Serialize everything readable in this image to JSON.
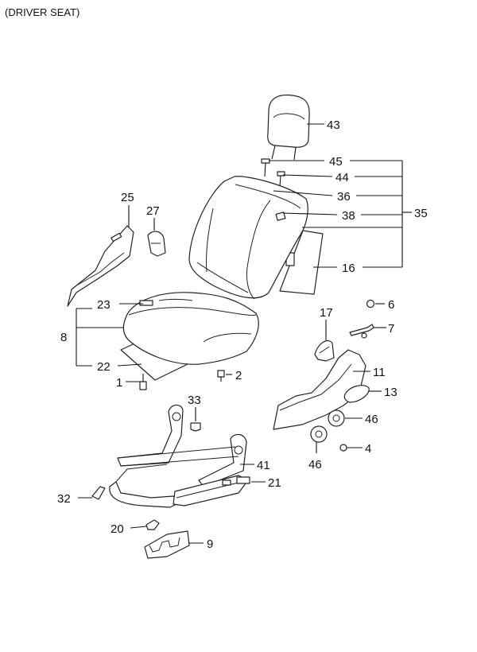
{
  "caption": "(DRIVER SEAT)",
  "callouts": {
    "c43": "43",
    "c45": "45",
    "c44": "44",
    "c36": "36",
    "c38": "38",
    "c35": "35",
    "c16": "16",
    "c25": "25",
    "c27": "27",
    "c6": "6",
    "c7": "7",
    "c23": "23",
    "c8": "8",
    "c22": "22",
    "c17": "17",
    "c11": "11",
    "c13": "13",
    "c2": "2",
    "c1": "1",
    "c33": "33",
    "c46a": "46",
    "c4": "4",
    "c46b": "46",
    "c41": "41",
    "c21": "21",
    "c32": "32",
    "c20": "20",
    "c9": "9"
  }
}
